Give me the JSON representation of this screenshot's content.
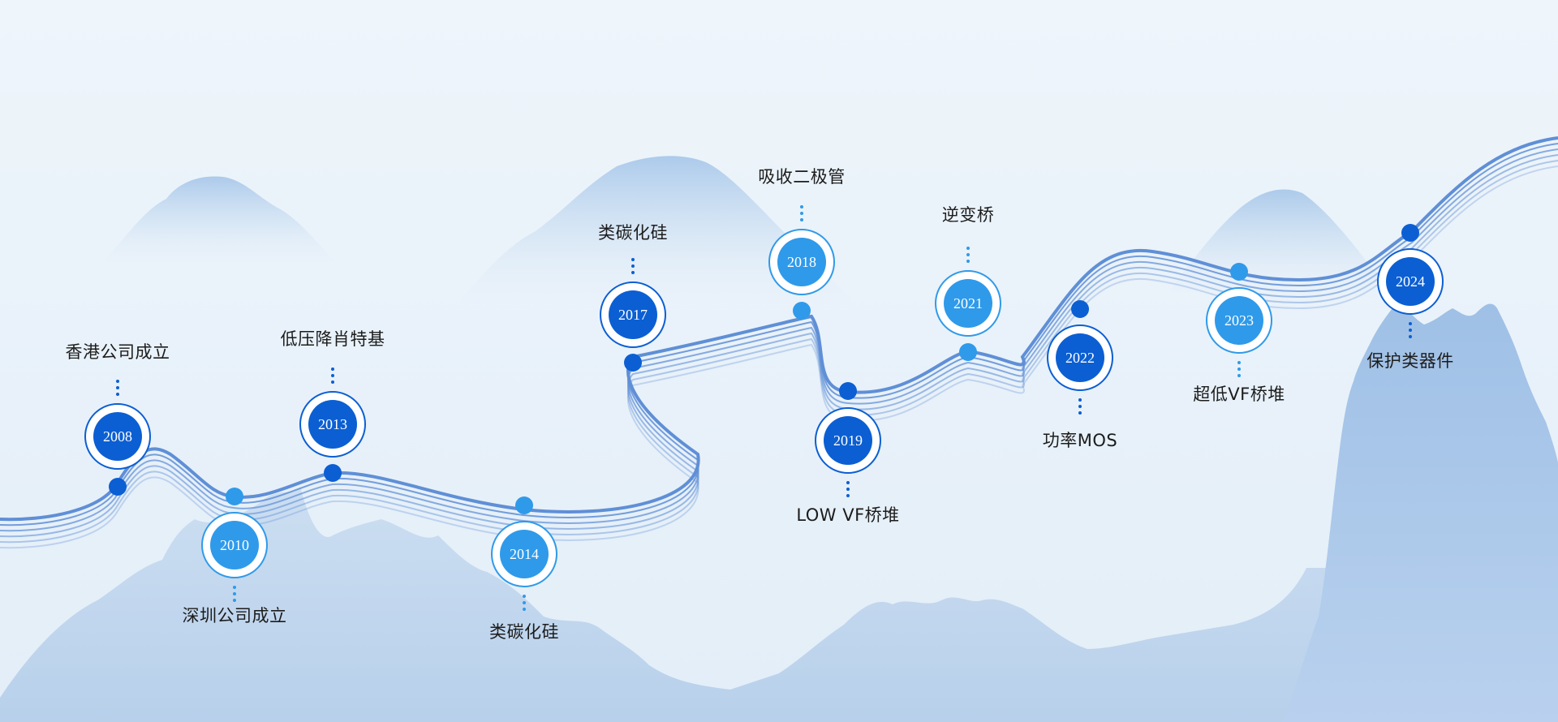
{
  "colors": {
    "background": "#eaf3fa",
    "ridge": "#5f8fd6",
    "node_dark": "#0b5fd3",
    "node_light": "#2f9aea",
    "text": "#1c1c1c"
  },
  "milestones": [
    {
      "year": "2008",
      "title": "香港公司成立",
      "tone": "dark"
    },
    {
      "year": "2010",
      "title": "深圳公司成立",
      "tone": "light"
    },
    {
      "year": "2013",
      "title": "低压降肖特基",
      "tone": "dark"
    },
    {
      "year": "2014",
      "title": "类碳化硅",
      "tone": "light"
    },
    {
      "year": "2017",
      "title": "类碳化硅",
      "tone": "dark"
    },
    {
      "year": "2018",
      "title": "吸收二极管",
      "tone": "light"
    },
    {
      "year": "2019",
      "title": "LOW VF桥堆",
      "tone": "dark"
    },
    {
      "year": "2021",
      "title": "逆变桥",
      "tone": "light"
    },
    {
      "year": "2022",
      "title": "功率MOS",
      "tone": "dark"
    },
    {
      "year": "2023",
      "title": "超低VF桥堆",
      "tone": "light"
    },
    {
      "year": "2024",
      "title": "保护类器件",
      "tone": "dark"
    }
  ]
}
